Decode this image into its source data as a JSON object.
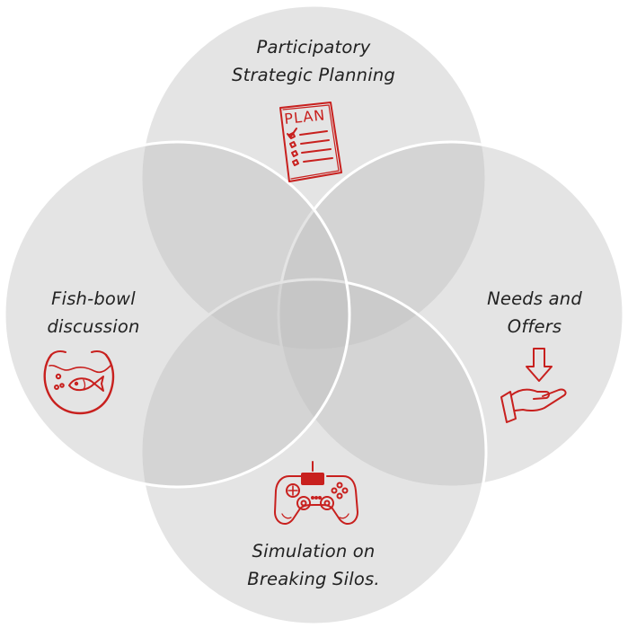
{
  "colors": {
    "circle_fill": "#d4d4d4",
    "circle_border": "#ffffff",
    "icon_accent": "#c8201e",
    "text": "#222222"
  },
  "circles": [
    {
      "id": "top",
      "label_lines": [
        "Participatory",
        "Strategic Planning"
      ],
      "icon": "plan-document-icon",
      "icon_text": "PLAN"
    },
    {
      "id": "right",
      "label_lines": [
        "Needs and",
        "Offers"
      ],
      "icon": "hand-receiving-arrow-icon"
    },
    {
      "id": "bottom",
      "label_lines": [
        "Simulation on",
        "Breaking Silos."
      ],
      "icon": "game-controller-icon"
    },
    {
      "id": "left",
      "label_lines": [
        "Fish-bowl",
        "discussion"
      ],
      "icon": "fishbowl-icon"
    }
  ]
}
